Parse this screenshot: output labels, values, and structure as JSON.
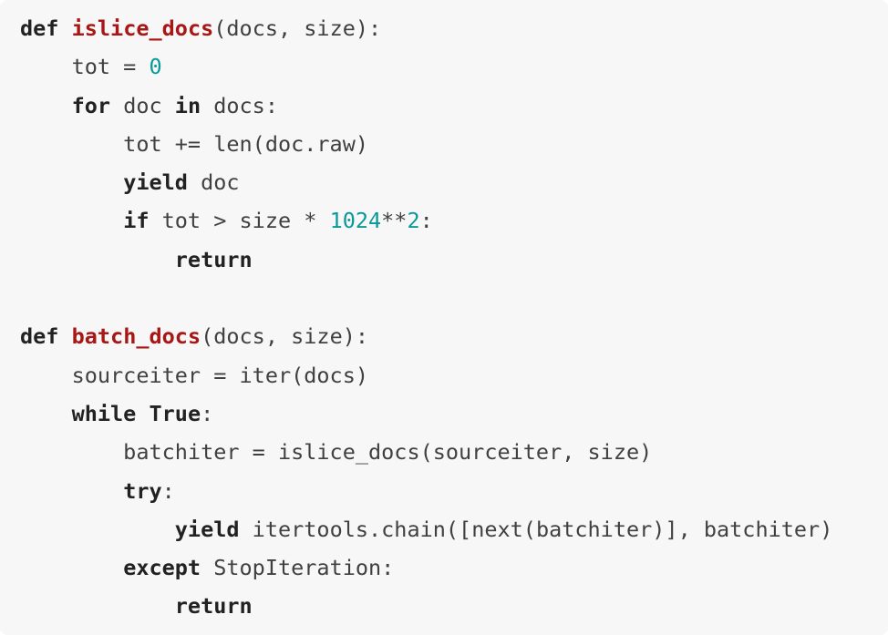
{
  "colors": {
    "background": "#f7f7f7",
    "text": "#404040",
    "keyword": "#222222",
    "function_name": "#a91616",
    "number": "#099999"
  },
  "code": {
    "language": "python",
    "token_legend": {
      "p": "plain",
      "k": "keyword",
      "f": "function-name",
      "n": "number"
    },
    "lines": [
      {
        "tokens": [
          [
            "k",
            "def"
          ],
          [
            "p",
            " "
          ],
          [
            "f",
            "islice_docs"
          ],
          [
            "p",
            "(docs, size):"
          ]
        ]
      },
      {
        "tokens": [
          [
            "p",
            "    tot = "
          ],
          [
            "n",
            "0"
          ]
        ]
      },
      {
        "tokens": [
          [
            "p",
            "    "
          ],
          [
            "k",
            "for"
          ],
          [
            "p",
            " doc "
          ],
          [
            "k",
            "in"
          ],
          [
            "p",
            " docs:"
          ]
        ]
      },
      {
        "tokens": [
          [
            "p",
            "        tot += len(doc.raw)"
          ]
        ]
      },
      {
        "tokens": [
          [
            "p",
            "        "
          ],
          [
            "k",
            "yield"
          ],
          [
            "p",
            " doc"
          ]
        ]
      },
      {
        "tokens": [
          [
            "p",
            "        "
          ],
          [
            "k",
            "if"
          ],
          [
            "p",
            " tot > size * "
          ],
          [
            "n",
            "1024"
          ],
          [
            "p",
            "**"
          ],
          [
            "n",
            "2"
          ],
          [
            "p",
            ":"
          ]
        ]
      },
      {
        "tokens": [
          [
            "p",
            "            "
          ],
          [
            "k",
            "return"
          ]
        ]
      },
      {
        "tokens": []
      },
      {
        "tokens": [
          [
            "k",
            "def"
          ],
          [
            "p",
            " "
          ],
          [
            "f",
            "batch_docs"
          ],
          [
            "p",
            "(docs, size):"
          ]
        ]
      },
      {
        "tokens": [
          [
            "p",
            "    sourceiter = iter(docs)"
          ]
        ]
      },
      {
        "tokens": [
          [
            "p",
            "    "
          ],
          [
            "k",
            "while"
          ],
          [
            "p",
            " "
          ],
          [
            "k",
            "True"
          ],
          [
            "p",
            ":"
          ]
        ]
      },
      {
        "tokens": [
          [
            "p",
            "        batchiter = islice_docs(sourceiter, size)"
          ]
        ]
      },
      {
        "tokens": [
          [
            "p",
            "        "
          ],
          [
            "k",
            "try"
          ],
          [
            "p",
            ":"
          ]
        ]
      },
      {
        "tokens": [
          [
            "p",
            "            "
          ],
          [
            "k",
            "yield"
          ],
          [
            "p",
            " itertools.chain([next(batchiter)], batchiter)"
          ]
        ]
      },
      {
        "tokens": [
          [
            "p",
            "        "
          ],
          [
            "k",
            "except"
          ],
          [
            "p",
            " StopIteration:"
          ]
        ]
      },
      {
        "tokens": [
          [
            "p",
            "            "
          ],
          [
            "k",
            "return"
          ]
        ]
      }
    ]
  }
}
